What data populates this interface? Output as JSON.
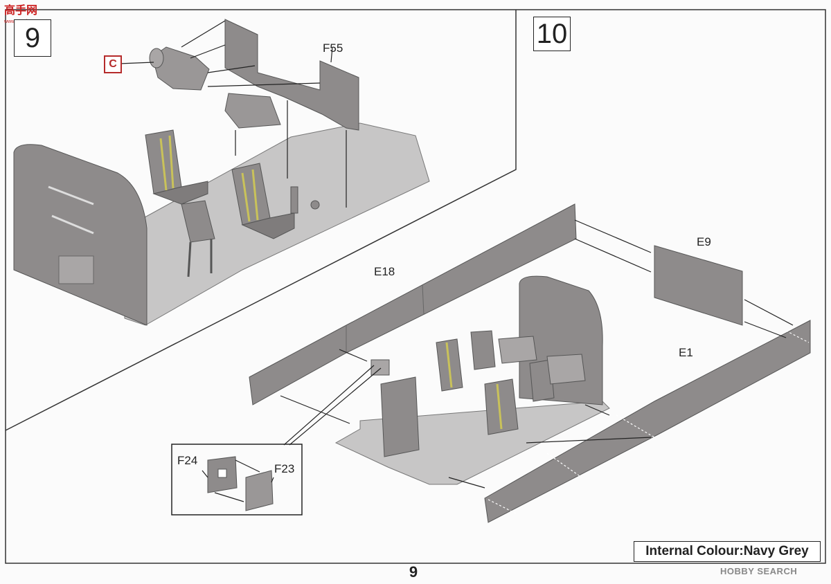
{
  "header": {
    "site_logo": "高手网",
    "site_logo_sub": "www.gaoshou.com"
  },
  "steps": {
    "step9": "9",
    "step10": "10"
  },
  "part_labels": {
    "c_marker": "C",
    "f55": "F55",
    "e18": "E18",
    "e9": "E9",
    "e1": "E1",
    "f24": "F24",
    "f23": "F23"
  },
  "colour_note": "Internal Colour:Navy Grey",
  "page_number": "9",
  "watermark": "HOBBY SEARCH",
  "colors": {
    "part_grey": "#8e8b8b",
    "part_grey_dark": "#6f6c6c",
    "floor_grey": "#c7c6c6",
    "harness_yellow": "#c9c25a",
    "line": "#222222",
    "marker_red": "#b52a2a"
  }
}
